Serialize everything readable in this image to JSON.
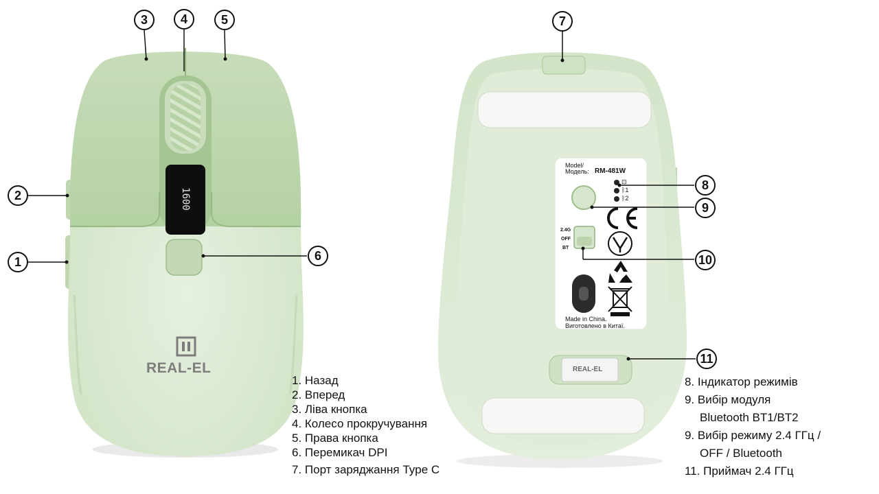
{
  "callouts": {
    "c1": "1",
    "c2": "2",
    "c3": "3",
    "c4": "4",
    "c5": "5",
    "c6": "6",
    "c7": "7",
    "c8": "8",
    "c9": "9",
    "c10": "10",
    "c11": "11"
  },
  "mouse_top": {
    "dpi_display": "1600",
    "brand": "REAL-EL"
  },
  "mouse_bottom": {
    "model_label_line1": "Model/",
    "model_label_line2": "Модель:",
    "model_number": "RM-481W",
    "indicator_labels": [
      "⊡",
      "ᛒ1",
      "ᛒ2"
    ],
    "switch_labels": [
      "2.4G",
      "OFF",
      "BT"
    ],
    "ce_mark": "CE",
    "made_in_line1": "Made in China.",
    "made_in_line2": "Виготовлено в Китаї.",
    "receiver_brand": "REAL-EL"
  },
  "legend_left": [
    "1. Назад",
    "2. Вперед",
    "3. Ліва кнопка",
    "4. Колесо прокручування",
    "5. Права кнопка",
    "6. Перемикач DPI",
    "7. Порт заряджання Type C"
  ],
  "legend_right": [
    "8. Індикатор режимів",
    "9. Вибір модуля",
    "Bluetooth BT1/BT2",
    "9. Вибір режиму 2.4 ГГц /",
    "OFF / Bluetooth",
    "11. Приймач 2.4 ГГц"
  ],
  "colors": {
    "shell_light": "#dde9d5",
    "shell_mid": "#c5dbb9",
    "shell_dark": "#a9c79a",
    "sticker": "#ffffff"
  }
}
